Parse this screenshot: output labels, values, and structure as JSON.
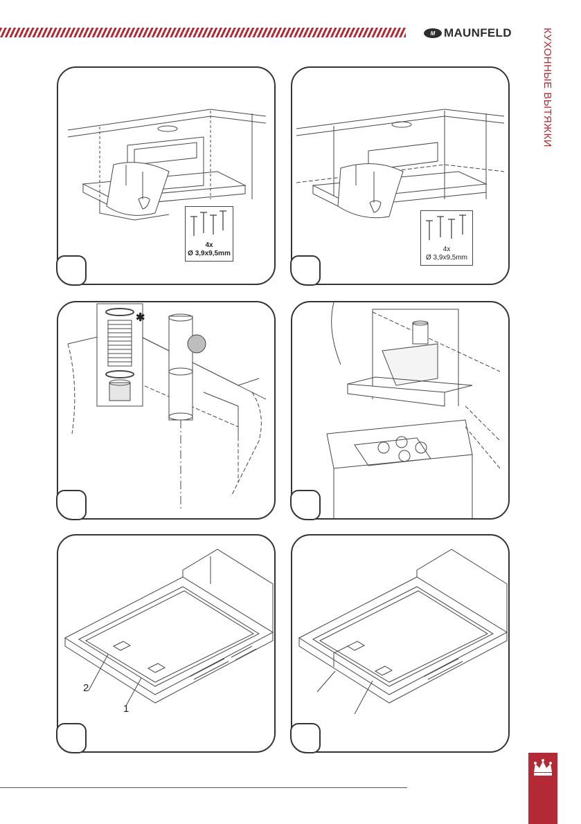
{
  "header": {
    "brand": "MAUNFELD",
    "brand_mark": "M",
    "vertical_title": "КУХОННЫЕ ВЫТЯЖКИ",
    "accent_color": "#b32a36"
  },
  "panels": {
    "p1": {
      "screw_qty": "4x",
      "screw_spec": "Ø 3,9x9,5mm"
    },
    "p2": {
      "screw_qty": "4x",
      "screw_spec": "Ø 3,9x9,5mm"
    },
    "p3": {
      "note_symbol": "✱"
    },
    "p5": {
      "label_1": "1",
      "label_2": "2"
    }
  },
  "icons": {
    "badge": "crown-icon"
  }
}
